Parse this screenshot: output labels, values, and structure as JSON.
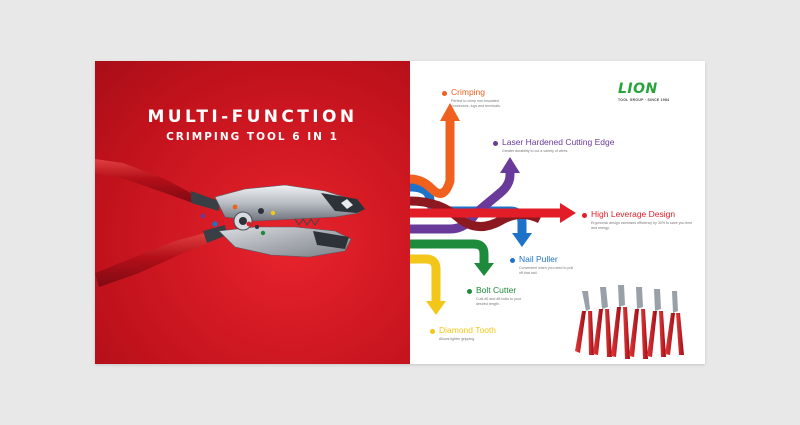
{
  "left": {
    "headline_1": "MULTI-FUNCTION",
    "headline_2": "CRIMPING TOOL 6 IN 1"
  },
  "brand": {
    "name": "LION",
    "tagline": "TOOL GROUP · SINCE 1984"
  },
  "features": [
    {
      "title": "Crimping",
      "desc": "Perfect to crimp non-insulated connectors, lugs and terminals.",
      "color": "#f0601e"
    },
    {
      "title": "Laser Hardened Cutting Edge",
      "desc": "Greater durability to cut a variety of wires.",
      "color": "#6a3a9a"
    },
    {
      "title": "High Leverage Design",
      "desc": "Ergonomic design increases efficiency by 30% to save you time and energy.",
      "color": "#e21d28"
    },
    {
      "title": "Nail Puller",
      "desc": "Convenient when you need to pull off that nail.",
      "color": "#1e73c8"
    },
    {
      "title": "Bolt Cutter",
      "desc": "Cuts #6 and #8 bolts to your desired length.",
      "color": "#1d8a3c"
    },
    {
      "title": "Diamond Tooth",
      "desc": "Allows tighter gripping.",
      "color": "#f3c61a"
    }
  ],
  "colors": {
    "red_panel": "#c0121c",
    "handle_red": "#c8141e",
    "steel": "#c9ccd1",
    "dark_steel": "#2d3138",
    "brand_green": "#27a33b",
    "text_dark": "#333333"
  },
  "icons": [
    "combination-plier",
    "feature-arrows",
    "plier-lineup"
  ]
}
